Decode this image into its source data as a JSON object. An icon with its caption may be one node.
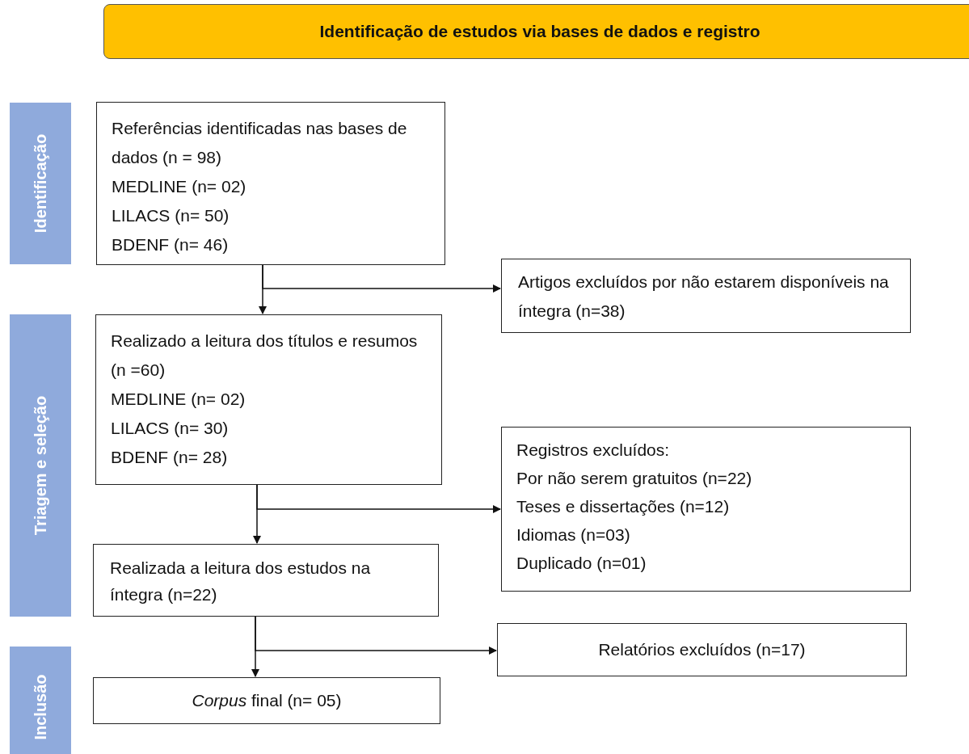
{
  "diagram": {
    "nodes": [
      {
        "text": [
          "Identificação de estudos via bases de dados e registro"
        ]
      },
      {
        "text": [
          "Identificação"
        ]
      },
      {
        "text": [
          "Triagem e seleção"
        ]
      },
      {
        "text": [
          "Inclusão"
        ]
      },
      {
        "text": [
          "Referências identificadas nas bases de dados (n = 98)",
          "MEDLINE (n= 02)",
          "LILACS (n= 50)",
          "BDENF (n= 46)"
        ]
      },
      {
        "text": [
          "Artigos excluídos por não estarem disponíveis na íntegra (n=38)"
        ]
      },
      {
        "text": [
          "Realizado a leitura dos títulos e resumos (n =60)",
          "MEDLINE (n= 02)",
          "LILACS (n= 30)",
          "BDENF (n= 28)"
        ]
      },
      {
        "text": [
          "Registros excluídos:",
          "Por não serem gratuitos (n=22)",
          "Teses e dissertações (n=12)",
          "Idiomas (n=03)",
          "Duplicado (n=01)"
        ]
      },
      {
        "text": [
          "Realizada a leitura dos estudos na íntegra (n=22)"
        ]
      },
      {
        "text": [
          "Relatórios excluídos (n=17)"
        ]
      },
      {
        "text": [
          "*Corpus* final (n= 05)"
        ]
      }
    ],
    "edges": [
      {
        "from": 4,
        "to": 6,
        "arrow": "to"
      },
      {
        "from": 4,
        "to": 5,
        "arrow": "to"
      },
      {
        "from": 6,
        "to": 8,
        "arrow": "to"
      },
      {
        "from": 6,
        "to": 7,
        "arrow": "to"
      },
      {
        "from": 8,
        "to": 10,
        "arrow": "to"
      },
      {
        "from": 8,
        "to": 9,
        "arrow": "to"
      }
    ]
  }
}
